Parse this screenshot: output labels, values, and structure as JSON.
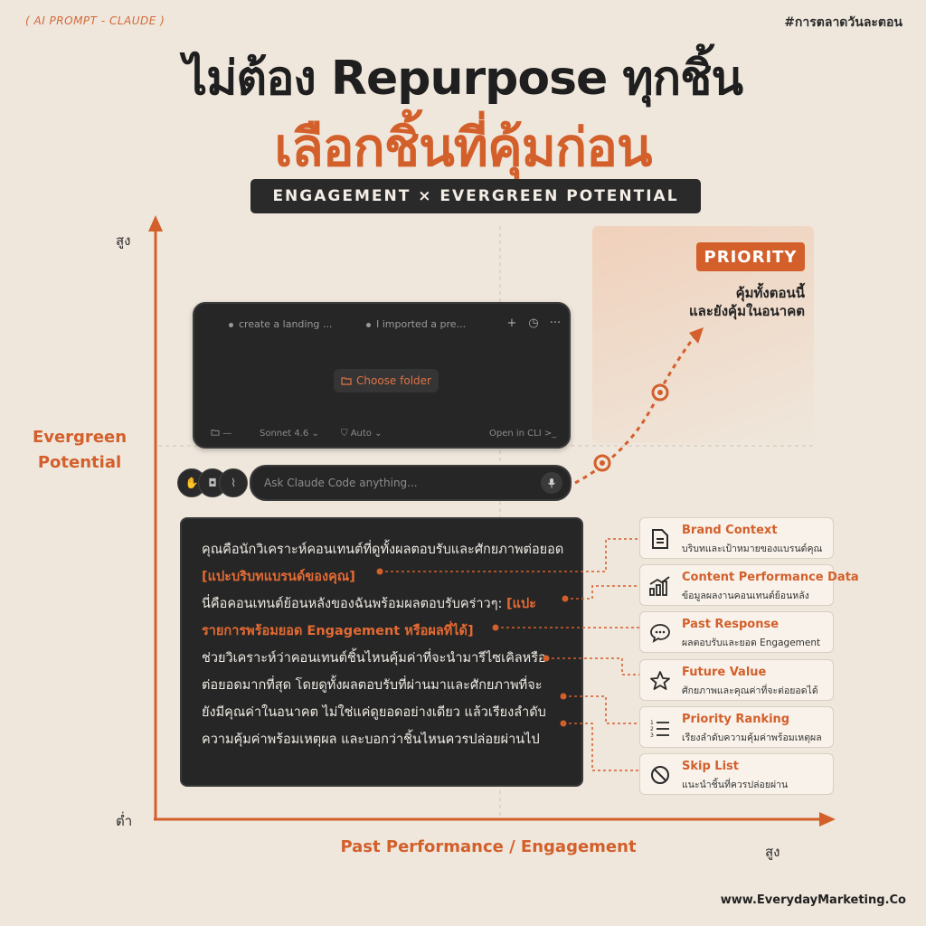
{
  "header": {
    "tag": "( AI PROMPT - CLAUDE )",
    "hashtag": "#การตลาดวันละตอน",
    "title_line1": "ไม่ต้อง Repurpose ทุกชิ้น",
    "title_line2": "เลือกชิ้นที่คุ้มก่อน",
    "subtitle": "ENGAGEMENT × EVERGREEN POTENTIAL"
  },
  "axes": {
    "y_high": "สูง",
    "y_low": "ต่ำ",
    "x_high": "สูง",
    "y_title_line1": "Evergreen",
    "y_title_line2": "Potential",
    "x_title": "Past Performance / Engagement"
  },
  "priority": {
    "badge": "PRIORITY",
    "desc_line1": "คุ้มทั้งตอนนี้",
    "desc_line2": "และยังคุ้มในอนาคต"
  },
  "claude_window": {
    "tabs": [
      "create a landing ...",
      "I imported a pre..."
    ],
    "icons": {
      "plus": "+",
      "history": "◷",
      "more": "···"
    },
    "choose_folder": "Choose folder",
    "footer_folder": "—",
    "footer_model": "Sonnet 4.6",
    "footer_mode": "Auto",
    "footer_cli": "Open in CLI >_",
    "ask_placeholder": "Ask Claude Code anything..."
  },
  "prompt_lines": [
    {
      "text": "คุณคือนักวิเคราะห์คอนเทนต์ที่ดูทั้งผลตอบรับและศักยภาพต่อยอด",
      "highlight": false
    },
    {
      "text": "[แปะบริบทแบรนด์ของคุณ]",
      "highlight": true
    },
    {
      "text": "นี่คือคอนเทนต์ย้อนหลังของฉันพร้อมผลตอบรับคร่าวๆ: [แปะ",
      "highlight": false
    },
    {
      "text": "รายการพร้อมยอด Engagement หรือผลที่ได้]",
      "highlight": true
    },
    {
      "text": "ช่วยวิเคราะห์ว่าคอนเทนต์ชิ้นไหนคุ้มค่าที่จะนำมารีไซเคิลหรือ",
      "highlight": false
    },
    {
      "text": "ต่อยอดมากที่สุด โดยดูทั้งผลตอบรับที่ผ่านมาและศักยภาพที่จะ",
      "highlight": false
    },
    {
      "text": "ยังมีคุณค่าในอนาคต ไม่ใช่แค่ดูยอดอย่างเดียว แล้วเรียงลำดับ",
      "highlight": false
    },
    {
      "text": "ความคุ้มค่าพร้อมเหตุผล และบอกว่าชิ้นไหนควรปล่อยผ่านไป",
      "highlight": false
    }
  ],
  "cards": [
    {
      "title": "Brand Context",
      "sub": "บริบทและเป้าหมายของแบรนด์คุณ",
      "icon": "document-icon"
    },
    {
      "title": "Content Performance Data",
      "sub": "ข้อมูลผลงานคอนเทนต์ย้อนหลัง",
      "icon": "chart-icon"
    },
    {
      "title": "Past Response",
      "sub": "ผลตอบรับและยอด Engagement",
      "icon": "chat-icon"
    },
    {
      "title": "Future Value",
      "sub": "ศักยภาพและคุณค่าที่จะต่อยอดได้",
      "icon": "star-icon"
    },
    {
      "title": "Priority Ranking",
      "sub": "เรียงลำดับความคุ้มค่าพร้อมเหตุผล",
      "icon": "list-icon"
    },
    {
      "title": "Skip List",
      "sub": "แนะนำชิ้นที่ควรปล่อยผ่าน",
      "icon": "ban-icon"
    }
  ],
  "footer": {
    "website": "www.EverydayMarketing.Co"
  },
  "colors": {
    "accent": "#d35f2b",
    "background": "#efe7dc",
    "panel": "#262626"
  }
}
